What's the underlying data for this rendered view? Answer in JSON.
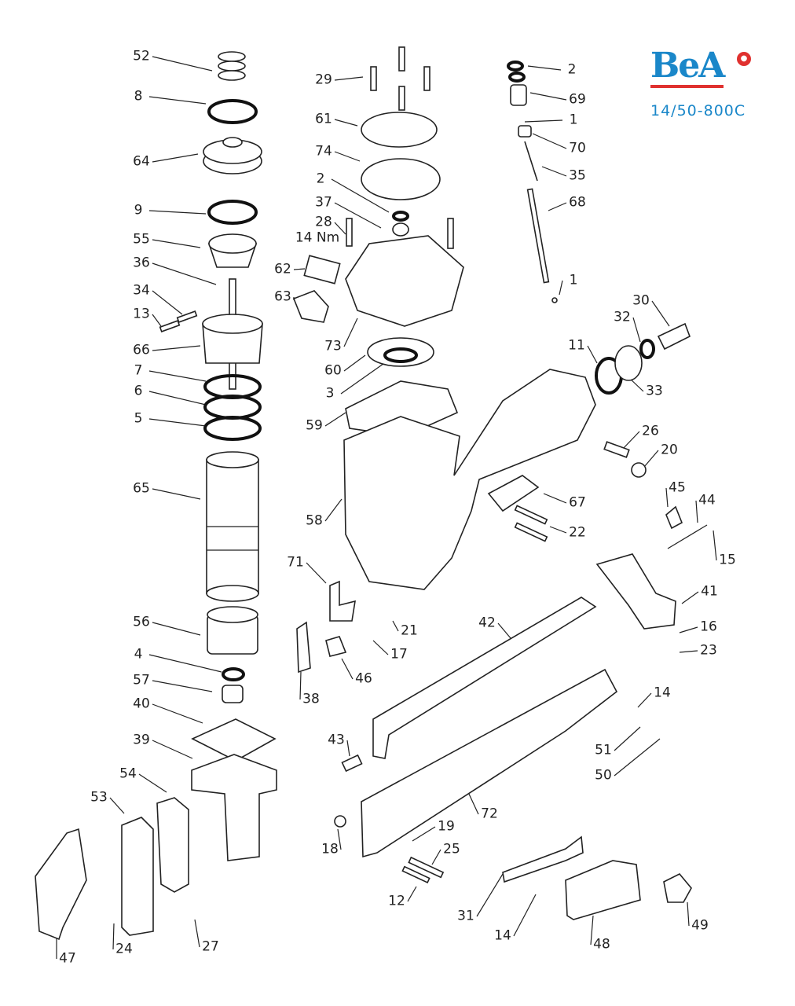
{
  "brand": {
    "logo_text": "BeA",
    "model": "14/50-800C"
  },
  "labels": [
    "52",
    "8",
    "64",
    "9",
    "55",
    "36",
    "34",
    "13",
    "66",
    "7",
    "6",
    "5",
    "65",
    "56",
    "4",
    "57",
    "40",
    "39",
    "54",
    "53",
    "47",
    "24",
    "27",
    "29",
    "61",
    "74",
    "2",
    "37",
    "28",
    "14 Nm",
    "62",
    "63",
    "73",
    "60",
    "3",
    "59",
    "58",
    "2",
    "69",
    "1",
    "70",
    "35",
    "68",
    "1",
    "30",
    "32",
    "11",
    "33",
    "26",
    "20",
    "45",
    "44",
    "67",
    "22",
    "15",
    "41",
    "16",
    "23",
    "71",
    "21",
    "17",
    "42",
    "38",
    "46",
    "14",
    "51",
    "50",
    "43",
    "72",
    "18",
    "19",
    "25",
    "12",
    "31",
    "14",
    "48",
    "49"
  ]
}
